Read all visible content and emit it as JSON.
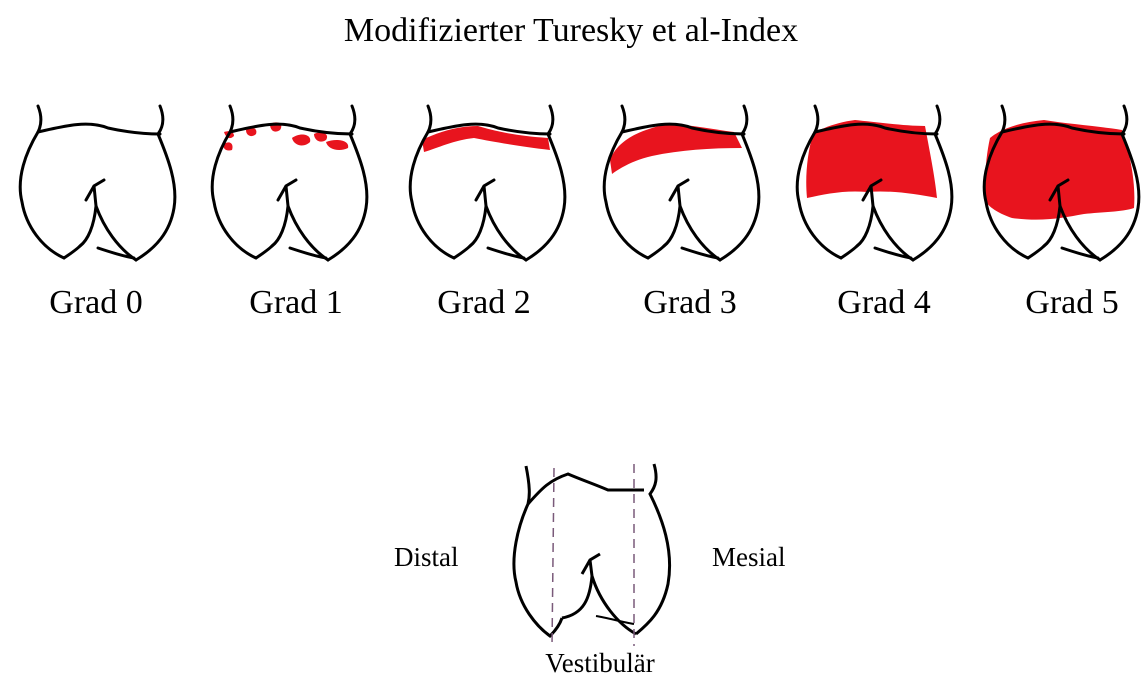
{
  "title": "Modifizierter Turesky et al-Index",
  "grades": [
    {
      "label": "Grad 0",
      "plaque_coverage": "none"
    },
    {
      "label": "Grad 1",
      "plaque_coverage": "isolated flecks at cervical margin"
    },
    {
      "label": "Grad 2",
      "plaque_coverage": "thin continuous band at cervical margin"
    },
    {
      "label": "Grad 3",
      "plaque_coverage": "band covering up to one third of surface"
    },
    {
      "label": "Grad 4",
      "plaque_coverage": "covering up to two thirds of surface"
    },
    {
      "label": "Grad 5",
      "plaque_coverage": "covering more than two thirds of surface"
    }
  ],
  "reference": {
    "distal": "Distal",
    "mesial": "Mesial",
    "vestibular": "Vestibulär"
  },
  "colors": {
    "plaque": "#e8141e",
    "outline": "#000000",
    "divider": "#7a5a7a"
  }
}
